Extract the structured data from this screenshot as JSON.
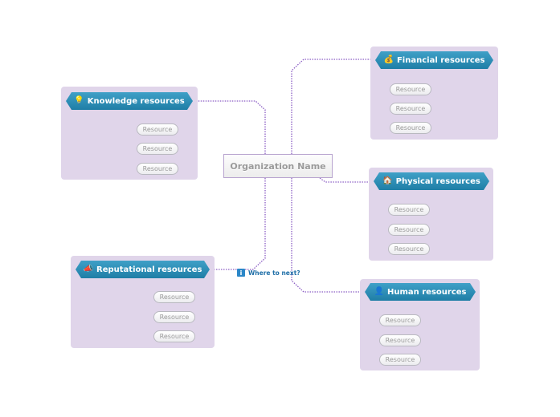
{
  "central": {
    "label": "Organization Name"
  },
  "note": {
    "label": "Where to next?",
    "icon": "info-icon"
  },
  "branches": {
    "knowledge": {
      "label": "Knowledge resources",
      "icon": "lightbulb-icon",
      "glyph": "💡",
      "items": [
        "Resource",
        "Resource",
        "Resource"
      ]
    },
    "financial": {
      "label": "Financial resources",
      "icon": "money-bag-icon",
      "glyph": "💰",
      "items": [
        "Resource",
        "Resource",
        "Resource"
      ]
    },
    "physical": {
      "label": "Physical resources",
      "icon": "building-icon",
      "glyph": "🏠",
      "items": [
        "Resource",
        "Resource",
        "Resource"
      ]
    },
    "reputational": {
      "label": "Reputational resources",
      "icon": "megaphone-icon",
      "glyph": "📣",
      "items": [
        "Resource",
        "Resource",
        "Resource"
      ]
    },
    "human": {
      "label": "Human resources",
      "icon": "person-icon",
      "glyph": "👤",
      "items": [
        "Resource",
        "Resource",
        "Resource"
      ]
    }
  },
  "colors": {
    "group_background": "#e0d5ea",
    "branch_fill": "#2a8db5",
    "connector": "#8a5cc4"
  }
}
